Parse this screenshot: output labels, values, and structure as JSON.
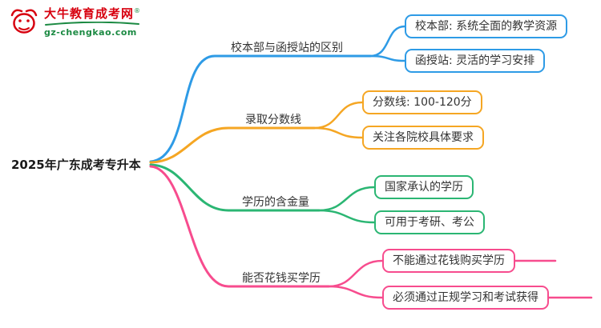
{
  "logo": {
    "brand": "大牛教育成考网",
    "registered": "®",
    "site": "gz-chengkao.com",
    "icon": "bull-icon",
    "brand_color": "#d7000f",
    "site_color": "#1c8a43"
  },
  "root": {
    "label": "2025年广东成考专升本"
  },
  "branches": [
    {
      "label": "校本部与函授站的区别",
      "color": "#2e9be6",
      "children": [
        {
          "text": "校本部: 系统全面的教学资源"
        },
        {
          "text": "函授站: 灵活的学习安排"
        }
      ]
    },
    {
      "label": "录取分数线",
      "color": "#f5a623",
      "children": [
        {
          "text": "分数线: 100-120分"
        },
        {
          "text": "关注各院校具体要求"
        }
      ]
    },
    {
      "label": "学历的含金量",
      "color": "#2bb673",
      "children": [
        {
          "text": "国家承认的学历"
        },
        {
          "text": "可用于考研、考公"
        }
      ]
    },
    {
      "label": "能否花钱买学历",
      "color": "#f74c8e",
      "children": [
        {
          "text": "不能通过花钱购买学历"
        },
        {
          "text": "必须通过正规学习和考试获得"
        }
      ]
    }
  ]
}
